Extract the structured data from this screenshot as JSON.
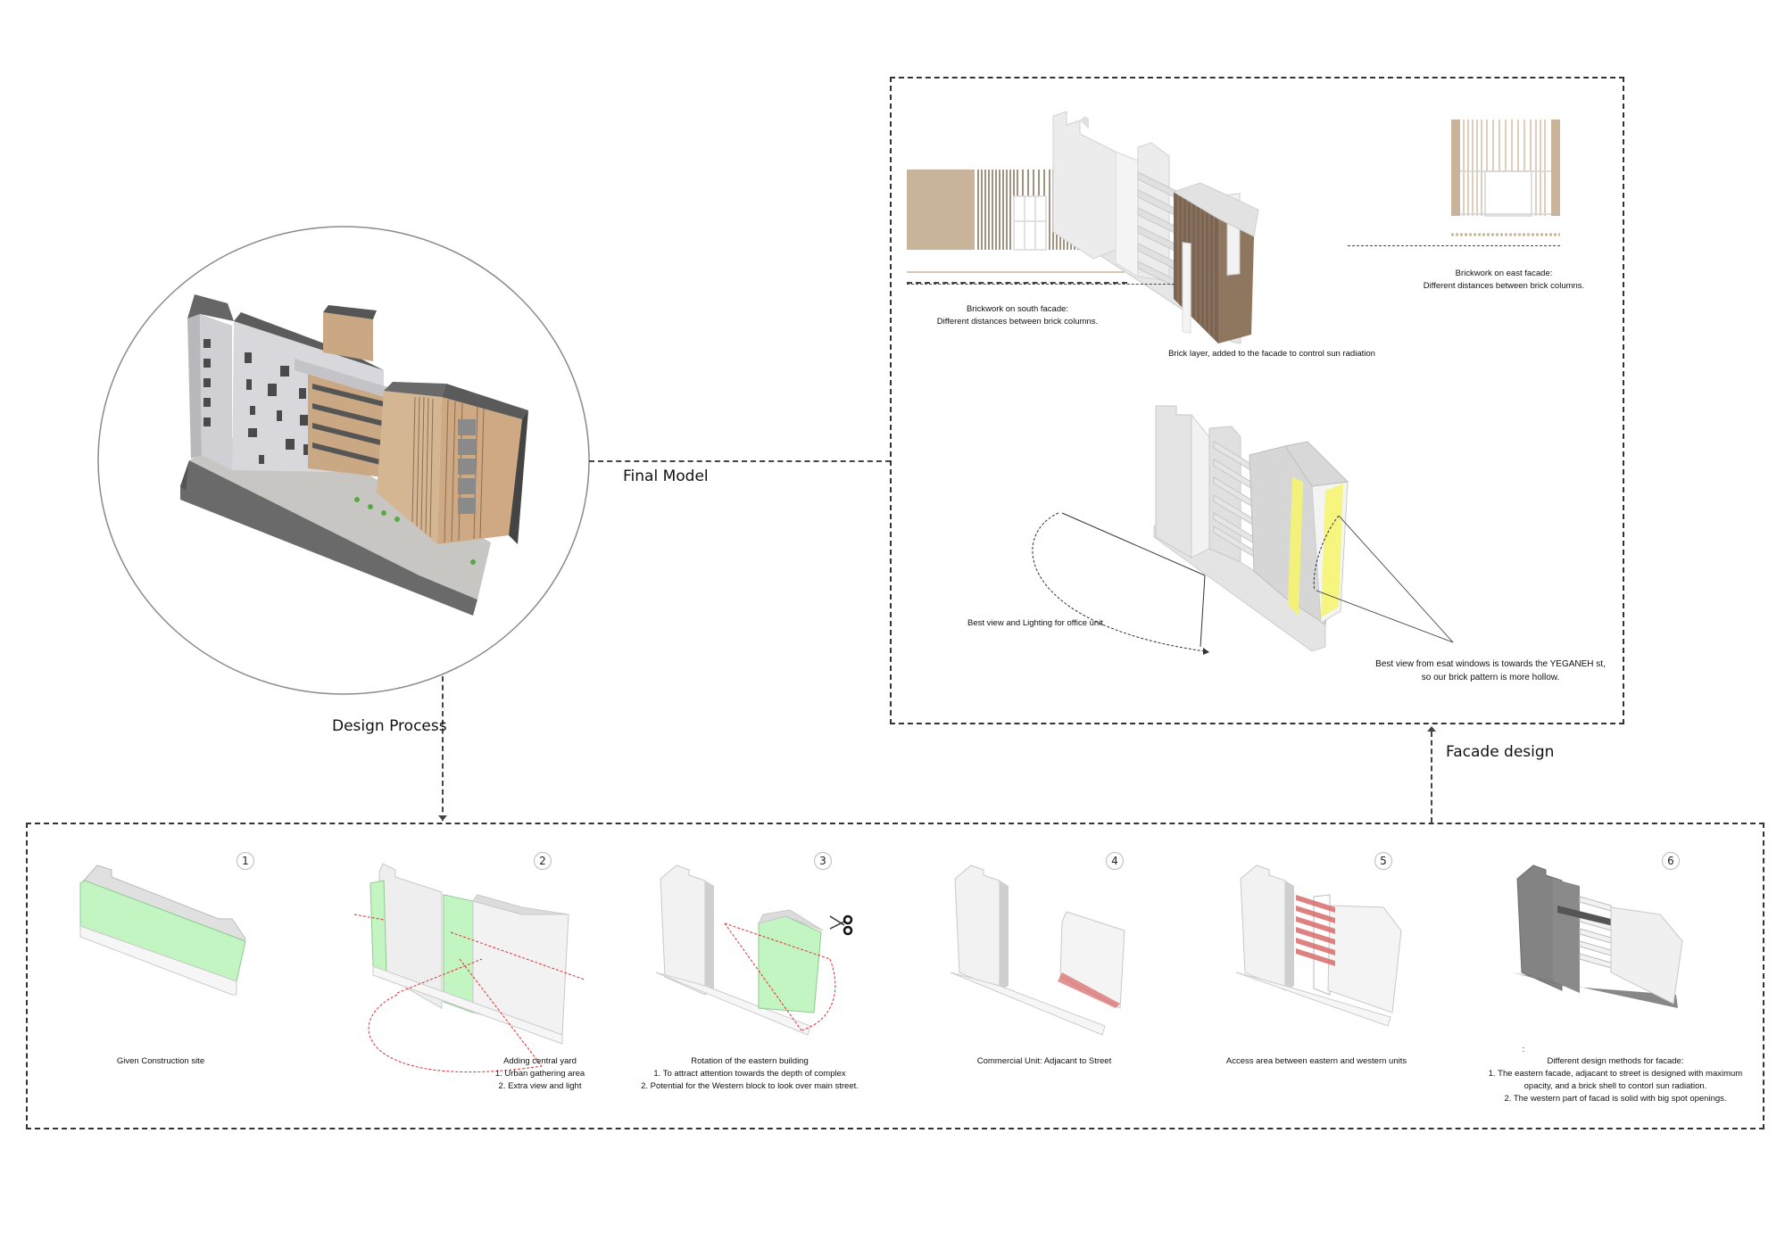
{
  "labels": {
    "final_model": "Final Model",
    "design_process": "Design Process",
    "facade_design": "Facade design"
  },
  "facade_panel": {
    "south_facade": {
      "title": "Brickwork on south facade:",
      "subtitle": "Different distances between brick columns."
    },
    "center_axon": {
      "caption": "Brick layer, added to the facade to control sun radiation"
    },
    "east_facade": {
      "title": "Brickwork on east facade:",
      "subtitle": "Different distances between brick columns."
    },
    "view_axon": {
      "left_caption": "Best view and Lighting for office unit",
      "right_caption_line1": "Best view from esat windows is towards the YEGANEH st,",
      "right_caption_line2": "so our brick pattern is more hollow."
    }
  },
  "design_process": {
    "steps": [
      {
        "number": "1",
        "title": "Given Construction site",
        "lines": []
      },
      {
        "number": "2",
        "title": "Adding central yard",
        "lines": [
          "1. Urban gathering area",
          "2. Extra view and light"
        ]
      },
      {
        "number": "3",
        "title": "Rotation of the eastern building",
        "lines": [
          "1. To attract attention towards the depth of complex",
          "2. Potential for the Western block to look over main street."
        ]
      },
      {
        "number": "4",
        "title": "Commercial Unit: Adjacant to Street",
        "lines": []
      },
      {
        "number": "5",
        "title": "Access area between eastern and western units",
        "lines": []
      },
      {
        "number": "6",
        "prefix": ":",
        "title": "Different design methods for facade:",
        "lines": [
          "1. The eastern facade, adjacant to street is designed with maximum",
          "opacity, and a brick shell to contorl sun radiation.",
          "2. The western part of facad is solid with big spot openings."
        ]
      }
    ]
  },
  "colors": {
    "brick": "#c9b39a",
    "brick_dark": "#7a6450",
    "highlight_green": "#c3f5c3",
    "highlight_yellow": "#f5f580",
    "highlight_red": "#d96c6c",
    "arrow_red": "#e03030",
    "concrete_light": "#e8e8e8",
    "concrete_dark": "#606060",
    "dash": "#333333"
  }
}
